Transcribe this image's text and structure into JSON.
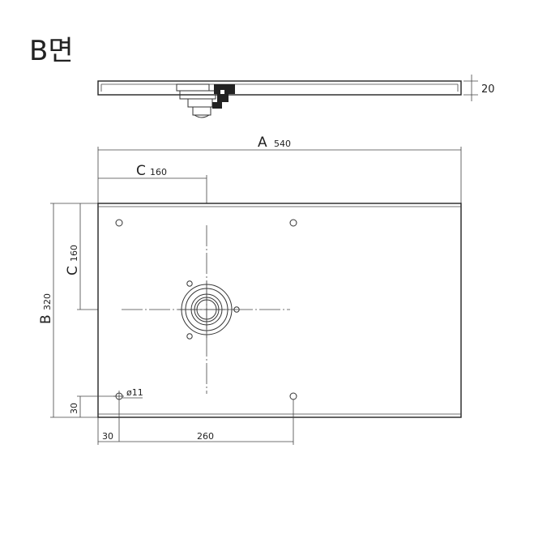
{
  "title": "B면",
  "dimensions": {
    "thickness": "20",
    "a_letter": "A",
    "a_value": "540",
    "c_letter": "C",
    "c_value": "160",
    "c2_letter": "C",
    "c2_value": "160",
    "b_letter": "B",
    "b_value": "320",
    "hole_dia": "ø11",
    "edge_y": "30",
    "edge_x": "30",
    "hole_spacing": "260"
  }
}
